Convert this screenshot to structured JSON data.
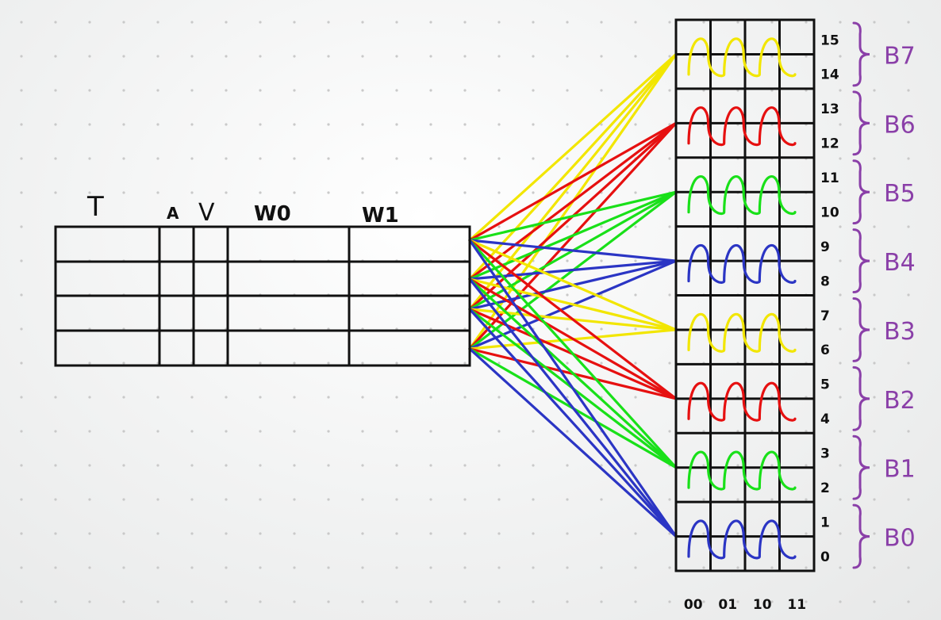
{
  "colors": {
    "ink": "#111111",
    "yellow": "#f2e600",
    "red": "#e61010",
    "green": "#19e019",
    "blue": "#2b35c4",
    "purple": "#8a3fa8",
    "grid_dot": "#c9c9c9"
  },
  "left_table": {
    "headers": [
      "T",
      "A",
      "V",
      "W0",
      "W1"
    ],
    "rows": 4
  },
  "right_table": {
    "columns": [
      "00",
      "01",
      "10",
      "11"
    ],
    "row_numbers": [
      "15",
      "14",
      "13",
      "12",
      "11",
      "10",
      "9",
      "8",
      "7",
      "6",
      "5",
      "4",
      "3",
      "2",
      "1",
      "0"
    ],
    "blocks": [
      {
        "label": "B7",
        "color": "yellow"
      },
      {
        "label": "B6",
        "color": "red"
      },
      {
        "label": "B5",
        "color": "green"
      },
      {
        "label": "B4",
        "color": "blue"
      },
      {
        "label": "B3",
        "color": "yellow"
      },
      {
        "label": "B2",
        "color": "red"
      },
      {
        "label": "B1",
        "color": "green"
      },
      {
        "label": "B0",
        "color": "blue"
      }
    ]
  }
}
